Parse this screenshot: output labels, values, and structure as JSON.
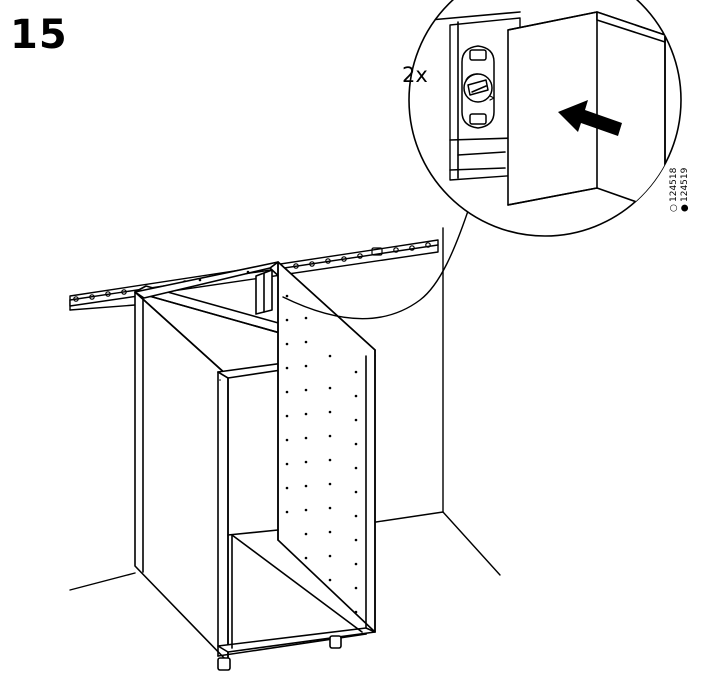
{
  "step": {
    "number": "15"
  },
  "detail": {
    "quantity": "2x"
  },
  "part_codes": [
    {
      "symbol": "○",
      "code": "124518"
    },
    {
      "symbol": "●",
      "code": "124519"
    }
  ],
  "colors": {
    "line": "#000000",
    "background": "#ffffff",
    "arrow": "#000000"
  }
}
